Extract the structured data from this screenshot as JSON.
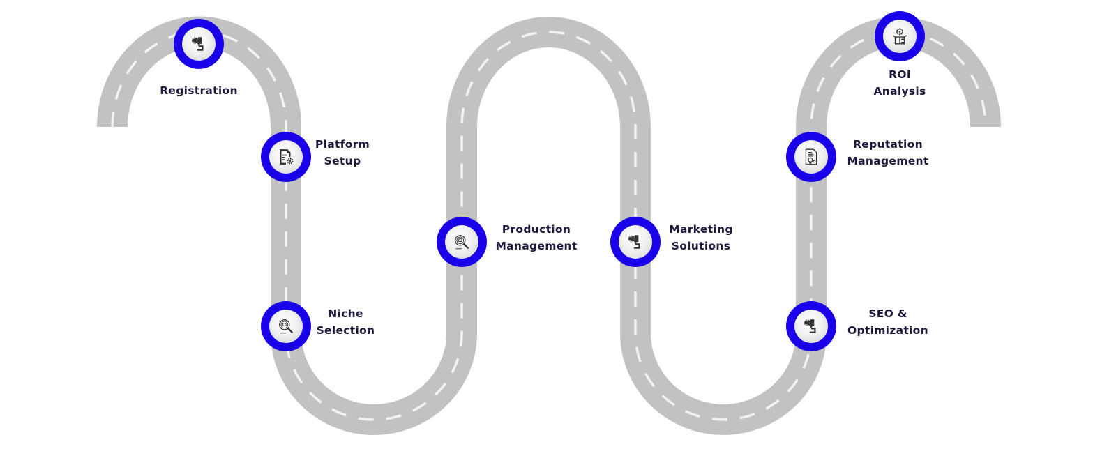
{
  "diagram": {
    "type": "winding-road-roadmap",
    "colors": {
      "road": "#c2c2c2",
      "lane_marking": "#f2f2f2",
      "node_ring": "#1a00e8",
      "label_text": "#1f1a3d"
    },
    "steps": [
      {
        "order": 1,
        "icon": "megaphone-hand-icon",
        "lines": [
          "Registration"
        ]
      },
      {
        "order": 2,
        "icon": "document-gear-icon",
        "lines": [
          "Platform",
          "Setup"
        ]
      },
      {
        "order": 3,
        "icon": "search-product-icon",
        "lines": [
          "Niche",
          "Selection"
        ]
      },
      {
        "order": 4,
        "icon": "search-product-icon",
        "lines": [
          "Production",
          "Management"
        ]
      },
      {
        "order": 5,
        "icon": "megaphone-hand-icon",
        "lines": [
          "Marketing",
          "Solutions"
        ]
      },
      {
        "order": 6,
        "icon": "megaphone-hand-icon",
        "lines": [
          "SEO &",
          "Optimization"
        ]
      },
      {
        "order": 7,
        "icon": "certificate-bulb-icon",
        "lines": [
          "Reputation",
          "Management"
        ]
      },
      {
        "order": 8,
        "icon": "gear-box-icon",
        "lines": [
          "ROI",
          "Analysis"
        ]
      }
    ]
  }
}
